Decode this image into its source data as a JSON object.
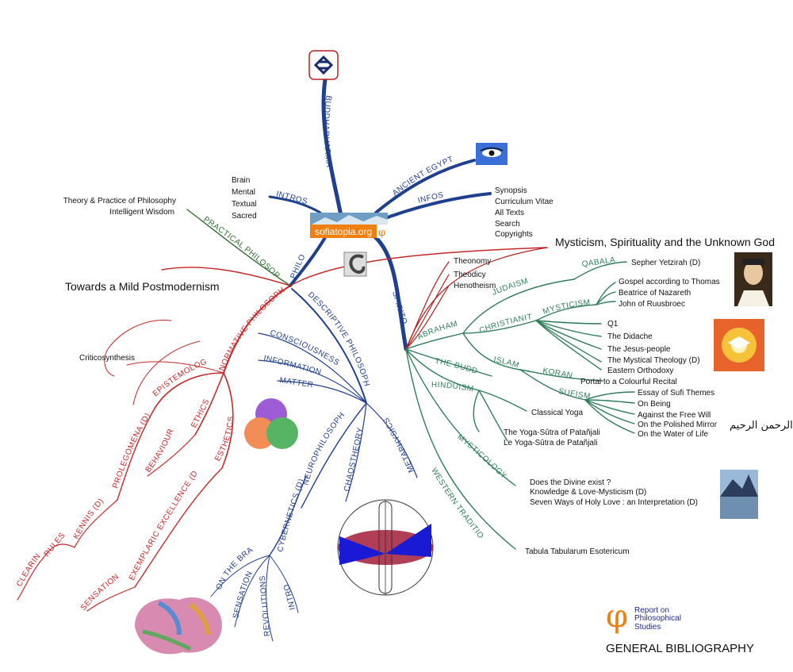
{
  "center": {
    "site": "sofiatopia.org",
    "phi": "φ"
  },
  "branches": {
    "buddhadharma": "BUDDHADHARMA",
    "ancient_egypt": "ANCIENT EGYPT",
    "infos": "INFOS",
    "intros": "INTROS",
    "philo": "PHILO",
    "spirito": "SPIRITO",
    "practical": "PRACTICAL PHILOSOPHY",
    "normative": "NORMATIVE PHILOSOPHY",
    "descriptive": "DESCRIPTIVE PHILOSOPHY",
    "epistemology": "EPISTEMOLOGY",
    "ethics": "ETHICS",
    "esthetics": "ESTHETICS",
    "prolegomena": "PROLEGOMENA (D)",
    "behaviours": "BEHAVIOURS",
    "kennis": "KENNIS (D)",
    "exemplaric": "EXEMPLARIC EXCELLENCE (D)",
    "rules": "RULES",
    "clearings": "CLEARINGS",
    "sensations_red": "SENSATIONS",
    "consciousness": "CONSCIOUSNESS",
    "information": "INFORMATION",
    "matter": "MATTER",
    "neurophilosophy": "NEUROPHILOSOPHY",
    "chaostheory": "CHAOSTHEORY (D)",
    "metaphysics": "METAPHYSICS",
    "cybernetics": "CYBERNETICS (D)",
    "on_the_brain": "ON THE BRAIN",
    "sensations_blue": "SENSATIONS",
    "revolutions": "REVOLUTIONS",
    "intro": "INTRO",
    "abraham": "ABRAHAM",
    "judaism": "JUDAISM",
    "qabalah": "QABALAH",
    "christianity": "CHRISTIANITY",
    "mysticism": "MYSTICISM",
    "islam": "ISLAM",
    "koran": "KORAN",
    "sufism": "SUFISM",
    "the_buddha": "THE BUDDHA",
    "hinduism": "HINDUISM",
    "mysticology": "MYSTICOLOGY",
    "western_tradition": "WESTERN TRADITION"
  },
  "leaves": {
    "intros": [
      "Brain",
      "Mental",
      "Textual",
      "Sacred"
    ],
    "infos": [
      "Synopsis",
      "Curriculum Vitae",
      "All Texts",
      "Search",
      "Copyrights"
    ],
    "practical": [
      "Theory & Practice of Philosophy",
      "Intelligent Wisdom"
    ],
    "mild_postmodernism": "Towards a Mild Postmodernism",
    "criticosynthesis": "Criticosynthesis",
    "mysticism_header": "Mysticism, Spirituality and the Unknown God",
    "theism": [
      "Theonomy",
      "Theodicy",
      "Henotheism"
    ],
    "qabalah": "Sepher Yetzirah (D)",
    "mysticism_a": [
      "Gospel according to Thomas",
      "Beatrice of Nazareth",
      "John of Ruusbroec"
    ],
    "mysticism_b": [
      "Q1",
      "The Didache",
      "The Jesus-people",
      "The Mystical Theology (D)",
      "Eastern Orthodoxy"
    ],
    "koran": "Portal to a Colourful Recital",
    "sufism": [
      "Essay of Sufi Themes",
      "On Being",
      "Against the Free Will",
      "On the Polished Mirror",
      "On the Water of Life"
    ],
    "classical_yoga": "Classical Yoga",
    "yoga_sutra": [
      "The Yoga-Sûtra of Patañjali",
      "Le Yoga-Sûtra de Patañjali"
    ],
    "mysticology": [
      "Does the Divine exist ?",
      "Knowledge & Love-Mysticism (D)",
      "Seven Ways of Holy Love : an Interpretation (D)"
    ],
    "western": "Tabula Tabularum Esotericum"
  },
  "footer": {
    "report": [
      "Report on",
      "Philosophical",
      "Studies"
    ],
    "bibliography": "GENERAL BIBLIOGRAPHY"
  },
  "arabic_calligraphy": "بسم الله الرحمن الرحيم",
  "colors": {
    "blue": "#1f3f8f",
    "red": "#c62828",
    "green": "#2e7d5b",
    "orange": "#e07a10"
  }
}
